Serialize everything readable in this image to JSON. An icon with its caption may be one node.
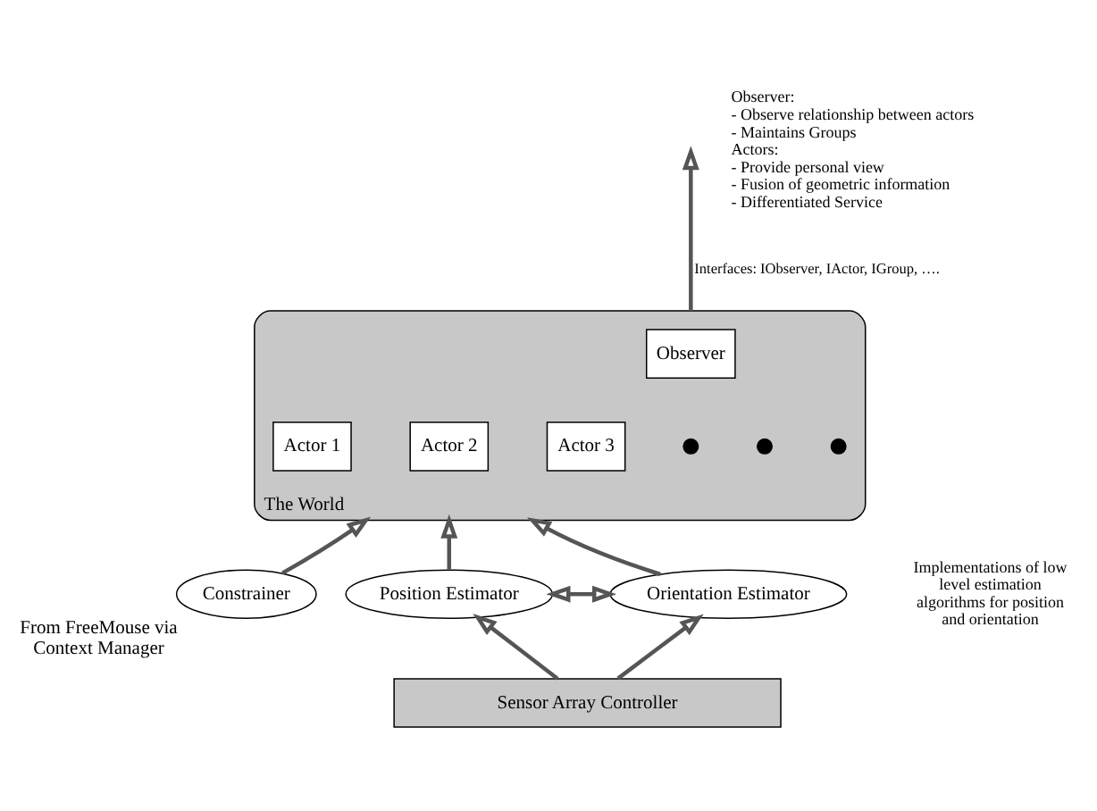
{
  "diagram": {
    "nodes": [
      {
        "text": [
          "The World"
        ]
      },
      {
        "text": [
          "Observer"
        ],
        "in": 0
      },
      {
        "text": [
          "Actor 1"
        ],
        "in": 0
      },
      {
        "text": [
          "Actor 2"
        ],
        "in": 0
      },
      {
        "text": [
          "Actor 3"
        ],
        "in": 0
      },
      {
        "text": [],
        "shape": "circle",
        "in": 0
      },
      {
        "text": [],
        "shape": "circle",
        "in": 0
      },
      {
        "text": [],
        "shape": "circle",
        "in": 0
      },
      {
        "text": [
          "Constrainer"
        ],
        "beside": [
          "From FreeMouse via Context Manager"
        ]
      },
      {
        "text": [
          "Position Estimator"
        ]
      },
      {
        "text": [
          "Orientation Estimator"
        ]
      },
      {
        "text": [
          "Sensor Array Controller"
        ]
      }
    ],
    "edges": [
      {
        "from": 0,
        "to": null,
        "arrow": "to",
        "label": "Interfaces: IObserver, IActor, IGroup, …."
      },
      {
        "from": 8,
        "to": 0,
        "arrow": "to"
      },
      {
        "from": 9,
        "to": 0,
        "arrow": "to"
      },
      {
        "from": 10,
        "to": 0,
        "arrow": "to"
      },
      {
        "from": 9,
        "to": 10,
        "arrow": "both"
      },
      {
        "from": 11,
        "to": 9,
        "arrow": "to"
      },
      {
        "from": 11,
        "to": 10,
        "arrow": "to"
      }
    ],
    "labels": [
      "Observer:",
      "- Observe relationship between actors",
      "- Maintains Groups",
      "Actors:",
      "- Provide personal view",
      "- Fusion of geometric information",
      "- Differentiated Service",
      "Implementations of low level estimation algorithms for position and orientation"
    ]
  }
}
